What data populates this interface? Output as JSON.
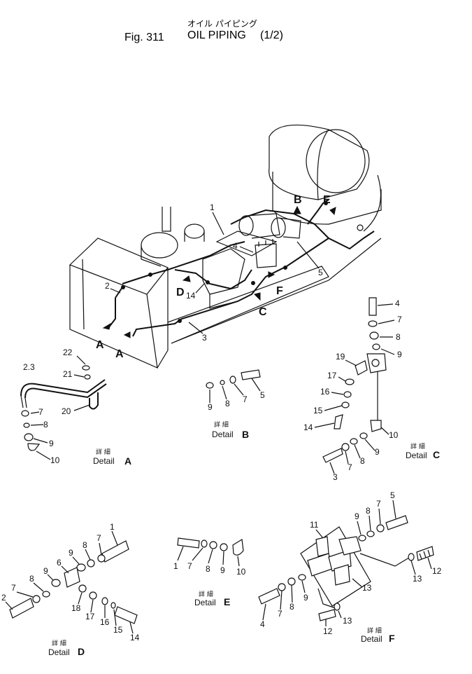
{
  "title": {
    "japanese": "オイル パイピング",
    "fig_number": "Fig. 311",
    "name": "OIL  PIPING",
    "part": "(1/2)"
  },
  "main_view": {
    "callouts": [
      "1",
      "2",
      "3",
      "4",
      "5",
      "14"
    ],
    "view_letters": [
      "A",
      "A",
      "B",
      "C",
      "D",
      "E",
      "F"
    ]
  },
  "details": {
    "A": {
      "jp": "詳 細",
      "label": "Detail",
      "letter": "A",
      "callouts": [
        "2.3",
        "7",
        "8",
        "9",
        "10",
        "20",
        "21",
        "22"
      ]
    },
    "B": {
      "jp": "詳 細",
      "label": "Detail",
      "letter": "B",
      "callouts": [
        "9",
        "8",
        "7",
        "5"
      ]
    },
    "C": {
      "jp": "詳 細",
      "label": "Detail",
      "letter": "C",
      "callouts": [
        "4",
        "7",
        "8",
        "9",
        "19",
        "17",
        "16",
        "15",
        "14",
        "10",
        "9",
        "8",
        "7",
        "3"
      ]
    },
    "D": {
      "jp": "詳 細",
      "label": "Detail",
      "letter": "D",
      "callouts": [
        "1",
        "7",
        "8",
        "9",
        "6",
        "9",
        "8",
        "7",
        "2",
        "18",
        "17",
        "16",
        "15",
        "14"
      ]
    },
    "E": {
      "jp": "詳 細",
      "label": "Detail",
      "letter": "E",
      "callouts": [
        "1",
        "7",
        "8",
        "9",
        "10"
      ]
    },
    "F": {
      "jp": "詳 細",
      "label": "Detail",
      "letter": "F",
      "callouts": [
        "11",
        "9",
        "8",
        "7",
        "5",
        "12",
        "13",
        "13",
        "9",
        "8",
        "7",
        "4",
        "12",
        "13"
      ]
    }
  }
}
